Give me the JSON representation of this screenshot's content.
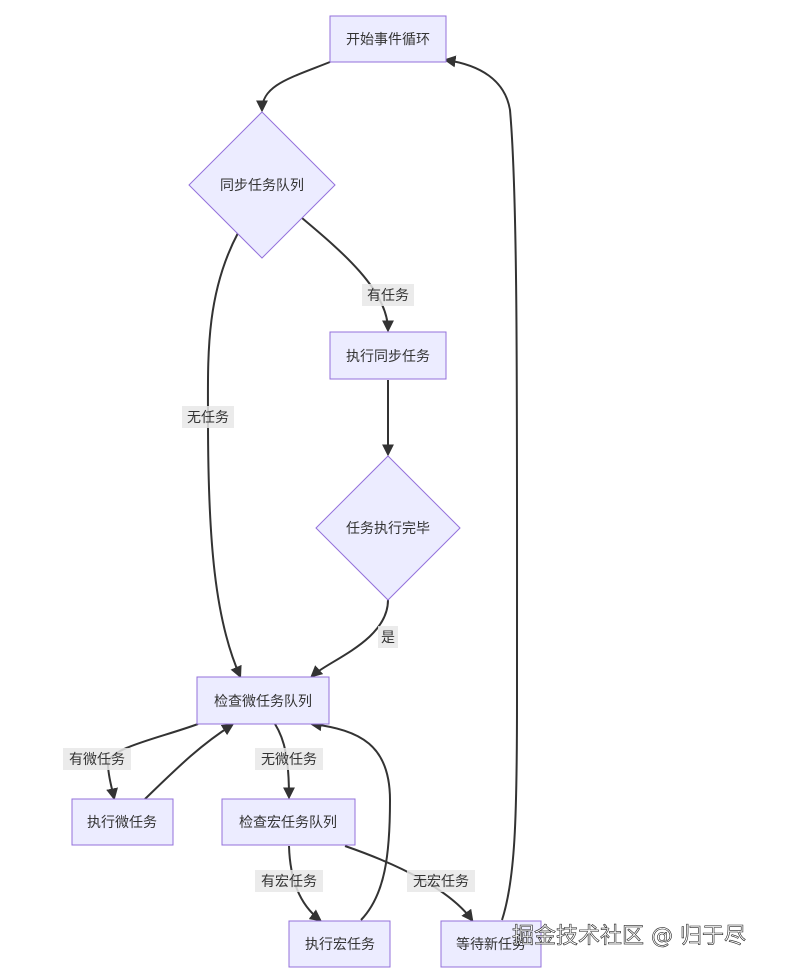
{
  "nodes": {
    "start_loop": "开始事件循环",
    "sync_queue": "同步任务队列",
    "exec_sync": "执行同步任务",
    "task_done": "任务执行完毕",
    "check_micro": "检查微任务队列",
    "exec_micro": "执行微任务",
    "check_macro": "检查宏任务队列",
    "exec_macro": "执行宏任务",
    "wait_new": "等待新任务"
  },
  "edges": {
    "has_task": "有任务",
    "no_task": "无任务",
    "yes": "是",
    "has_micro": "有微任务",
    "no_micro": "无微任务",
    "has_macro": "有宏任务",
    "no_macro": "无宏任务"
  },
  "watermark": "掘金技术社区 @ 归于尽",
  "colors": {
    "node_fill": "#ECECFF",
    "node_stroke": "#9370DB",
    "edge": "#333333",
    "label_bg": "#E8E8E8"
  }
}
